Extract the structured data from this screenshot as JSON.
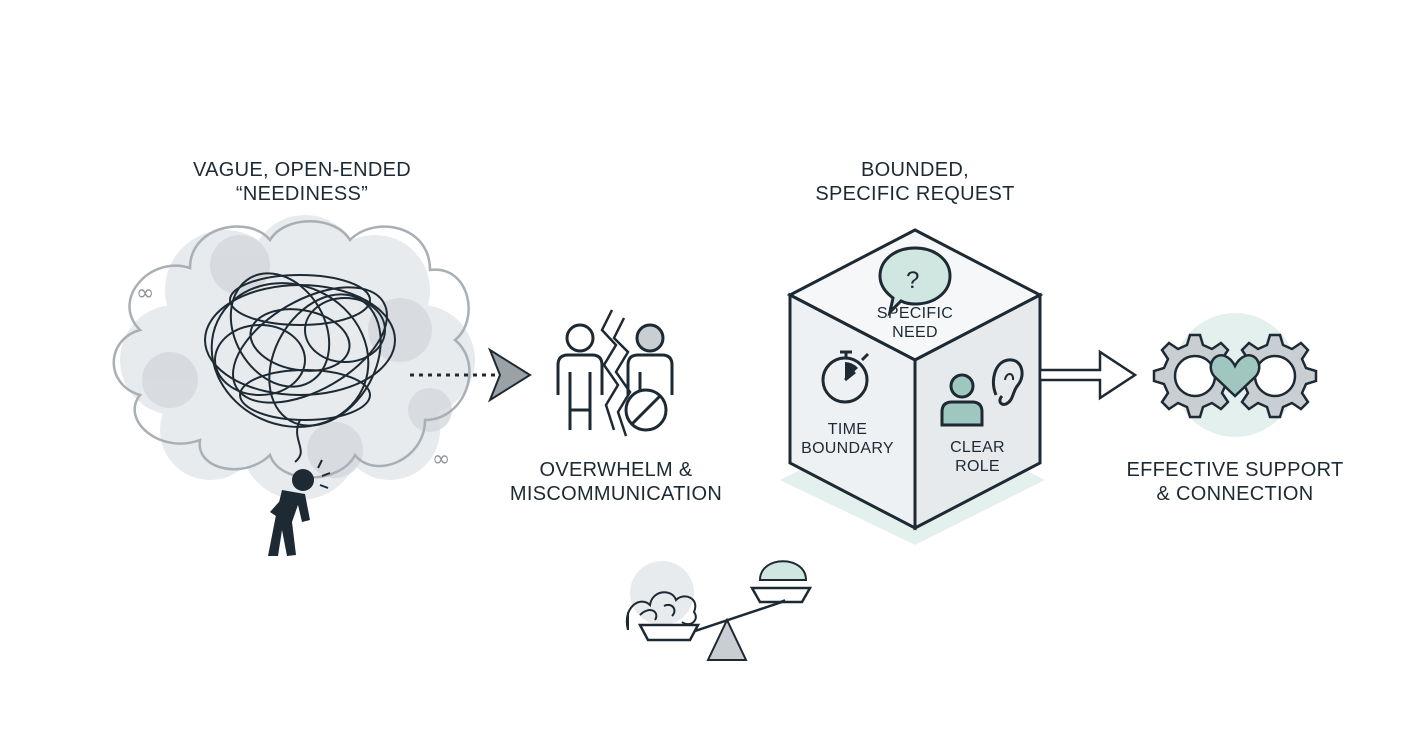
{
  "vague": {
    "title_line1": "VAGUE, OPEN-ENDED",
    "title_line2": "“NEEDINESS”"
  },
  "middle": {
    "label_line1": "OVERWHELM &",
    "label_line2": "MISCOMMUNICATION"
  },
  "request": {
    "title_line1": "BOUNDED,",
    "title_line2": "SPECIFIC REQUEST",
    "face_top_line1": "SPECIFIC",
    "face_top_line2": "NEED",
    "face_left_line1": "TIME",
    "face_left_line2": "BOUNDARY",
    "face_right_line1": "CLEAR",
    "face_right_line2": "ROLE"
  },
  "result": {
    "label_line1": "EFFECTIVE SUPPORT",
    "label_line2": "& CONNECTION"
  },
  "icons": {
    "cloud": "tangled-thought-cloud",
    "person": "overwhelmed-person-icon",
    "people": "broken-connection-people-icon",
    "cube": "bounded-request-cube",
    "speech": "question-speech-bubble-icon",
    "stopwatch": "stopwatch-icon",
    "role": "listening-person-icon",
    "gears": "heart-gears-icon",
    "scale": "balance-scale-icon"
  },
  "colors": {
    "ink": "#1e2a33",
    "cloud_fill": "#dde2e6",
    "mint": "#cfe6e1",
    "teal": "#9fc7bf",
    "gray": "#c9ced2"
  }
}
